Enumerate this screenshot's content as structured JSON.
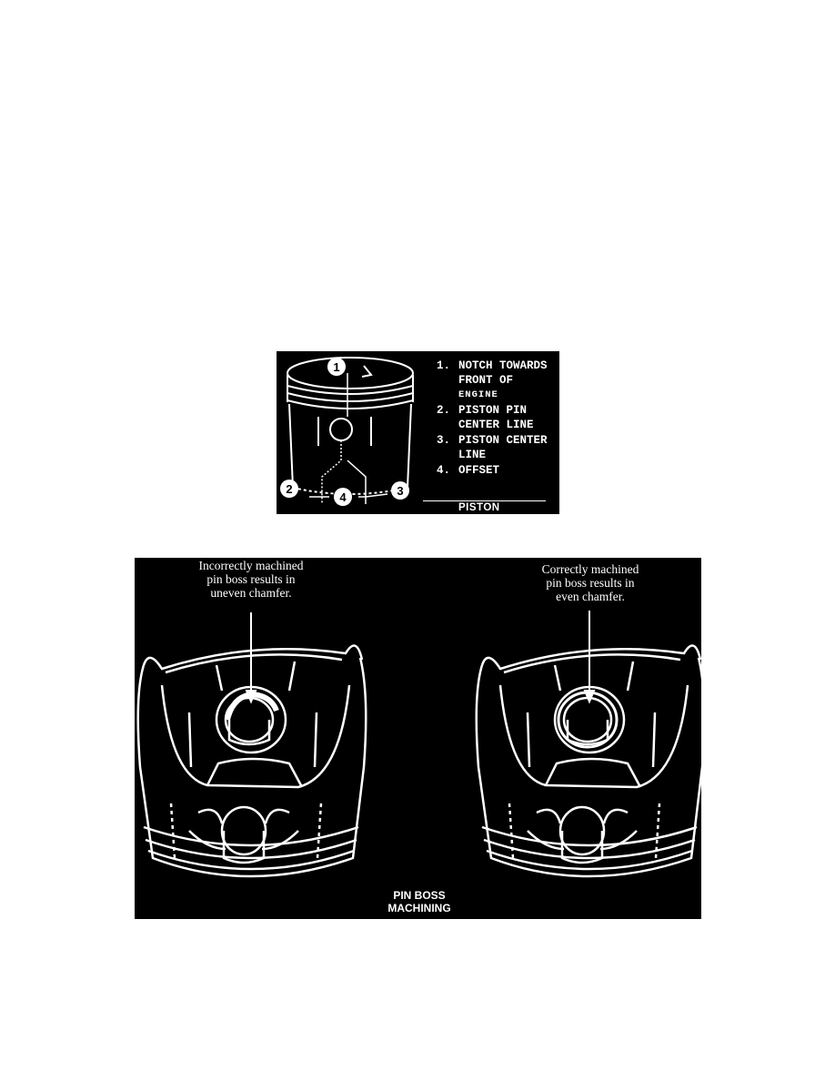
{
  "figure_piston": {
    "callouts": [
      "1",
      "2",
      "3",
      "4"
    ],
    "legend": [
      {
        "number": "1.",
        "lines": [
          "NOTCH TOWARDS",
          "FRONT OF",
          "ENGINE"
        ]
      },
      {
        "number": "2.",
        "lines": [
          "PISTON PIN",
          "CENTER LINE"
        ]
      },
      {
        "number": "3.",
        "lines": [
          "PISTON CENTER",
          "LINE"
        ]
      },
      {
        "number": "4.",
        "lines": [
          "OFFSET"
        ]
      }
    ],
    "caption": "PISTON"
  },
  "figure_pin_boss": {
    "left_note": [
      "Incorrectly machined",
      "pin boss results in",
      "uneven chamfer."
    ],
    "right_note": [
      "Correctly machined",
      "pin boss results in",
      "even chamfer."
    ],
    "caption": [
      "PIN BOSS",
      "MACHINING"
    ]
  }
}
